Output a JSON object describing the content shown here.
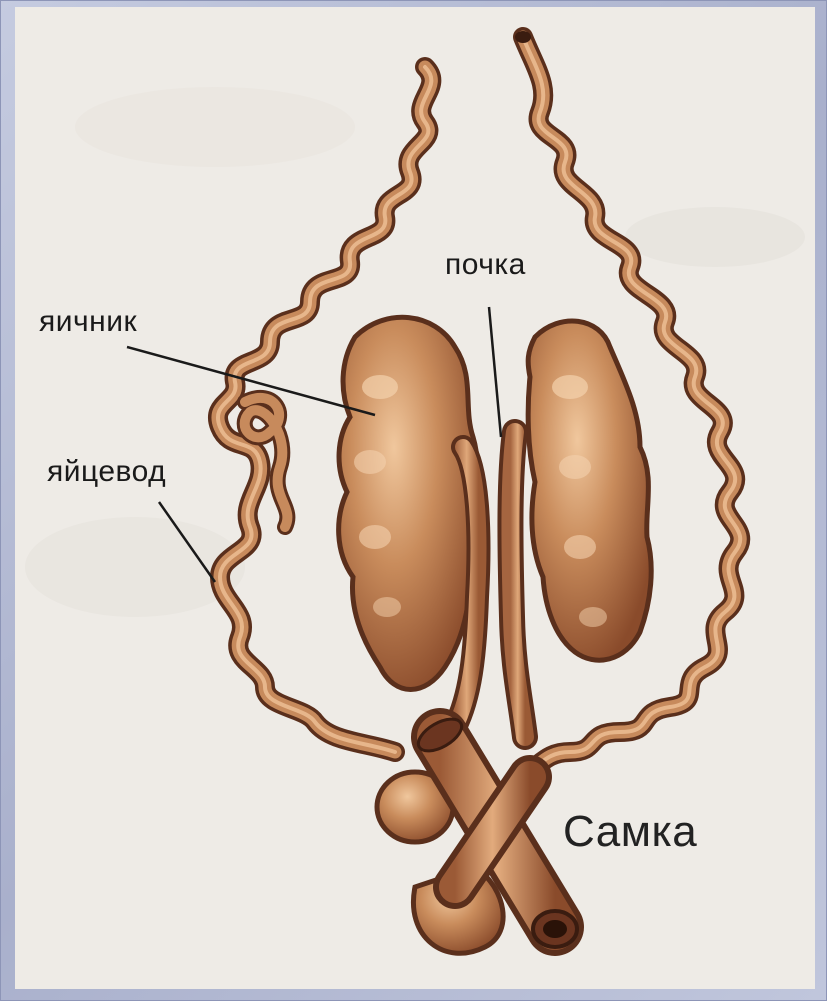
{
  "labels": {
    "ovary": "яичник",
    "oviduct": "яйцевод",
    "kidney": "почка",
    "female": "Самка"
  },
  "colors": {
    "tissue": "#b87a4f",
    "tissue_light": "#e7b98d",
    "tissue_dark": "#5a2f1c",
    "paper": "#eeebe6",
    "frame": "#aeb5d0"
  }
}
